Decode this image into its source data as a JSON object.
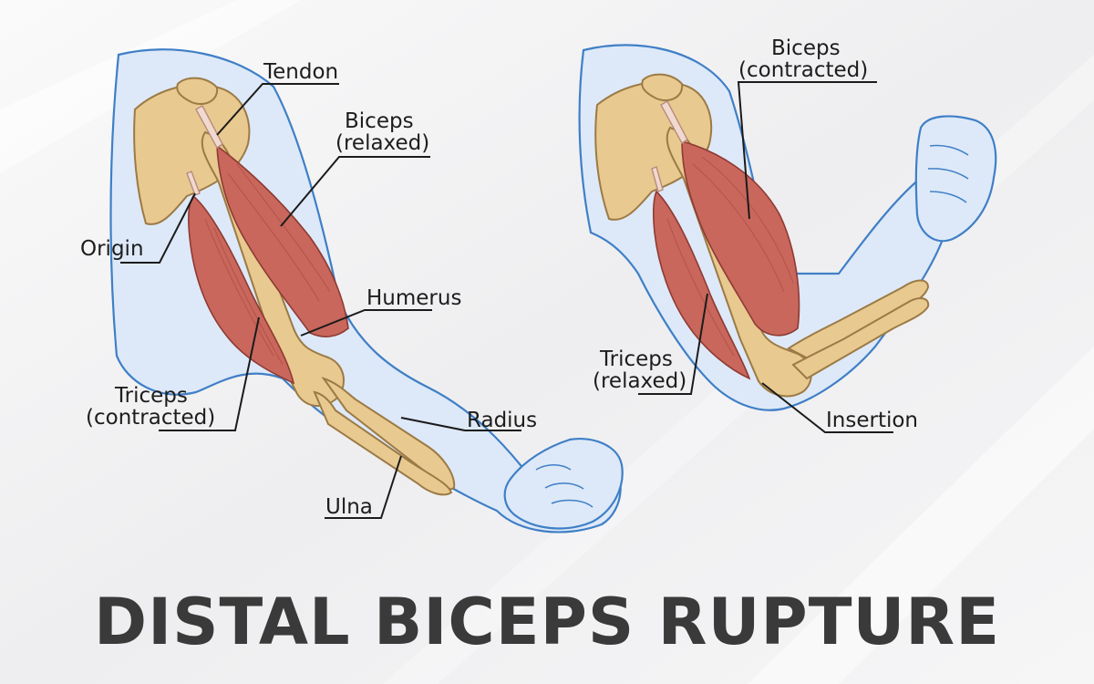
{
  "title": "DISTAL BICEPS RUPTURE",
  "labels": {
    "tendon": "Tendon",
    "biceps_relaxed_1": "Biceps",
    "biceps_relaxed_2": "(relaxed)",
    "origin": "Origin",
    "humerus": "Humerus",
    "triceps_contracted_1": "Triceps",
    "triceps_contracted_2": "(contracted)",
    "radius": "Radius",
    "ulna": "Ulna",
    "biceps_contracted_1": "Biceps",
    "biceps_contracted_2": "(contracted)",
    "triceps_relaxed_1": "Triceps",
    "triceps_relaxed_2": "(relaxed)",
    "insertion": "Insertion"
  },
  "colors": {
    "skin_fill": "#dde9f8",
    "skin_outline": "#3f7fc6",
    "bone": "#e8c98f",
    "muscle": "#c9675c",
    "title": "#3a3a3a",
    "background": "#f2f2f3"
  }
}
